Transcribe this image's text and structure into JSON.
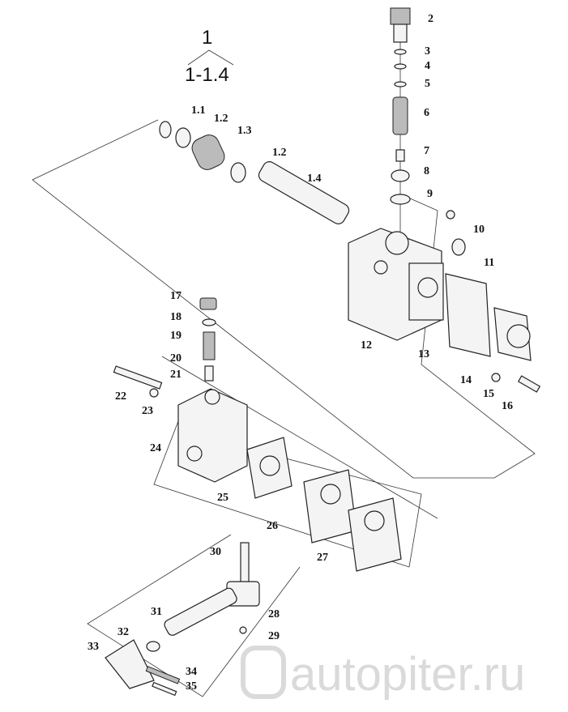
{
  "title": {
    "main": "1",
    "sub": "1-1.4"
  },
  "watermark": "autopiter.ru",
  "labels": {
    "p2": "2",
    "p3": "3",
    "p4": "4",
    "p5": "5",
    "p6": "6",
    "p7": "7",
    "p8": "8",
    "p9": "9",
    "p10": "10",
    "p11": "11",
    "p12": "12",
    "p13": "13",
    "p14": "14",
    "p15": "15",
    "p16": "16",
    "p1_1": "1.1",
    "p1_2a": "1.2",
    "p1_3": "1.3",
    "p1_2b": "1.2",
    "p1_4": "1.4",
    "p17": "17",
    "p18": "18",
    "p19": "19",
    "p20": "20",
    "p21": "21",
    "p22": "22",
    "p23": "23",
    "p24": "24",
    "p25": "25",
    "p26": "26",
    "p27": "27",
    "p28": "28",
    "p29": "29",
    "p30": "30",
    "p31": "31",
    "p32": "32",
    "p33": "33",
    "p34": "34",
    "p35": "35"
  }
}
